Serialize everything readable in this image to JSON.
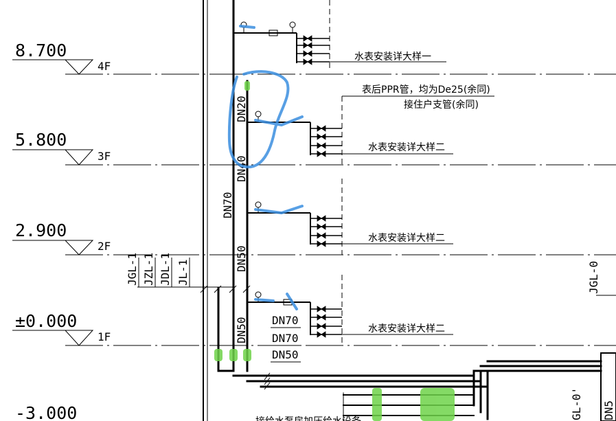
{
  "elevations": [
    {
      "value": "8.700",
      "floor": "4F"
    },
    {
      "value": "5.800",
      "floor": "3F"
    },
    {
      "value": "2.900",
      "floor": "2F"
    },
    {
      "value": "±0.000",
      "floor": "1F"
    },
    {
      "value": "-3.000",
      "floor": ""
    }
  ],
  "riser_labels": [
    "JGL-1",
    "JZL-1",
    "JDL-1",
    "JL-1"
  ],
  "right_labels": [
    "JGL-0",
    "GL-0'",
    "DN5"
  ],
  "pipe_dn": {
    "dn20": "DN20",
    "dn40": "DN40",
    "dn70_vertical": "DN70",
    "dn50_upper": "DN50",
    "dn50_lower": "DN50",
    "dn70_a": "DN70",
    "dn70_b": "DN70",
    "dn50_c": "DN50"
  },
  "notes": {
    "meter_detail_1": "水表安装详大样一",
    "meter_detail_2_3f": "水表安装详大样二",
    "meter_detail_2_2f": "水表安装详大样二",
    "meter_detail_2_1f": "水表安装详大样二",
    "ppr_note_line1": "表后PPR管，均为De25(余同)",
    "ppr_note_line2": "接住户支管(余同)",
    "bottom_note": "接给水泵房加压给水设备"
  },
  "colors": {
    "line": "#000000",
    "annotation_blue": "#3b8fe0",
    "highlight_green": "#6fd34a"
  }
}
